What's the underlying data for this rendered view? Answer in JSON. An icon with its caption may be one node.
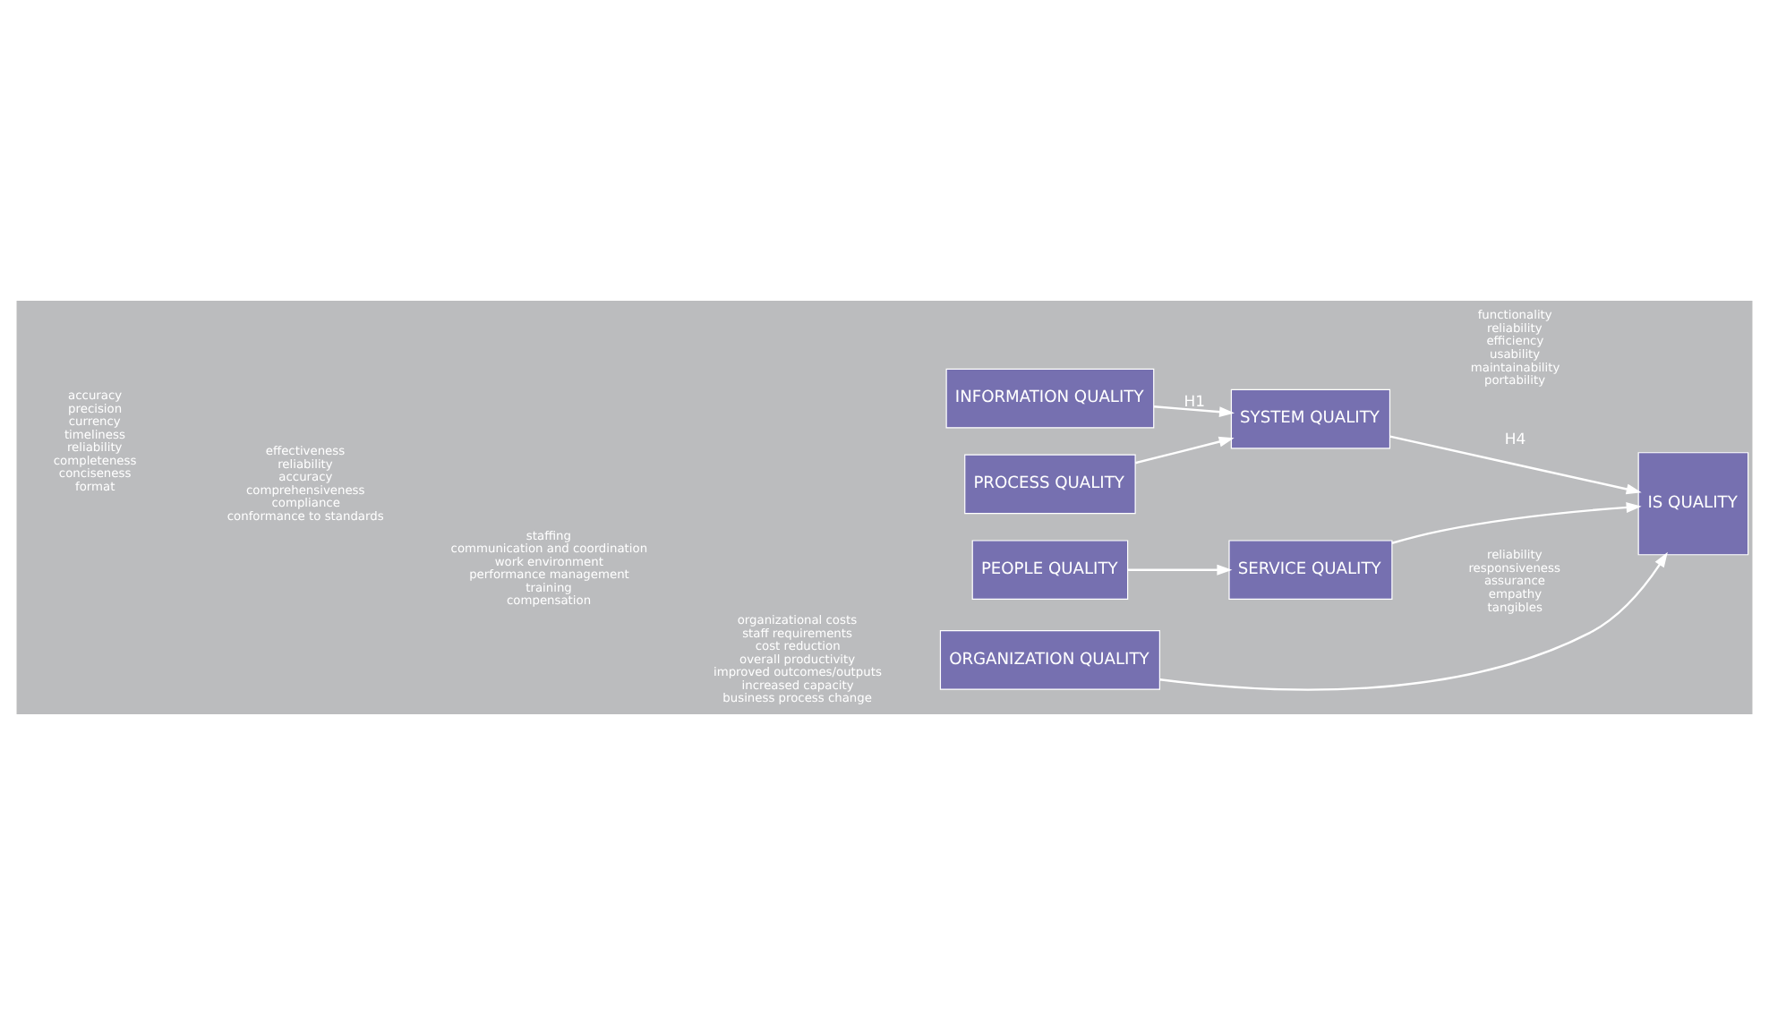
{
  "diagram": {
    "nodes": [
      {
        "text": [
          "INFORMATION QUALITY"
        ],
        "beside": [
          "accuracy",
          "precision",
          "currency",
          "timeliness",
          "reliability",
          "completeness",
          "conciseness",
          "format"
        ]
      },
      {
        "text": [
          "PROCESS QUALITY"
        ],
        "beside": [
          "effectiveness",
          "reliability",
          "accuracy",
          "comprehensiveness",
          "compliance",
          "conformance to standards"
        ]
      },
      {
        "text": [
          "PEOPLE QUALITY"
        ],
        "beside": [
          "staffing",
          "communication and coordination",
          "work environment",
          "performance management",
          "training",
          "compensation"
        ]
      },
      {
        "text": [
          "ORGANIZATION QUALITY"
        ],
        "beside": [
          "organizational costs",
          "staff requirements",
          "cost reduction",
          "overall productivity",
          "improved outcomes/outputs",
          "increased capacity",
          "business process change"
        ]
      },
      {
        "text": [
          "SYSTEM QUALITY"
        ],
        "beside": [
          "functionality",
          "reliability",
          "efficiency",
          "usability",
          "maintainability",
          "portability"
        ]
      },
      {
        "text": [
          "SERVICE QUALITY"
        ],
        "beside": [
          "reliability",
          "responsiveness",
          "assurance",
          "empathy",
          "tangibles"
        ]
      },
      {
        "text": [
          "IS QUALITY"
        ]
      }
    ],
    "edges": [
      {
        "from": 0,
        "to": 4,
        "arrow": "to",
        "label": "H1"
      },
      {
        "from": 1,
        "to": 4,
        "arrow": "to"
      },
      {
        "from": 4,
        "to": 6,
        "arrow": "to",
        "label": "H4"
      },
      {
        "from": 2,
        "to": 5,
        "arrow": "to"
      },
      {
        "from": 5,
        "to": 6,
        "arrow": "to"
      },
      {
        "from": 3,
        "to": 6,
        "arrow": "to"
      }
    ]
  }
}
